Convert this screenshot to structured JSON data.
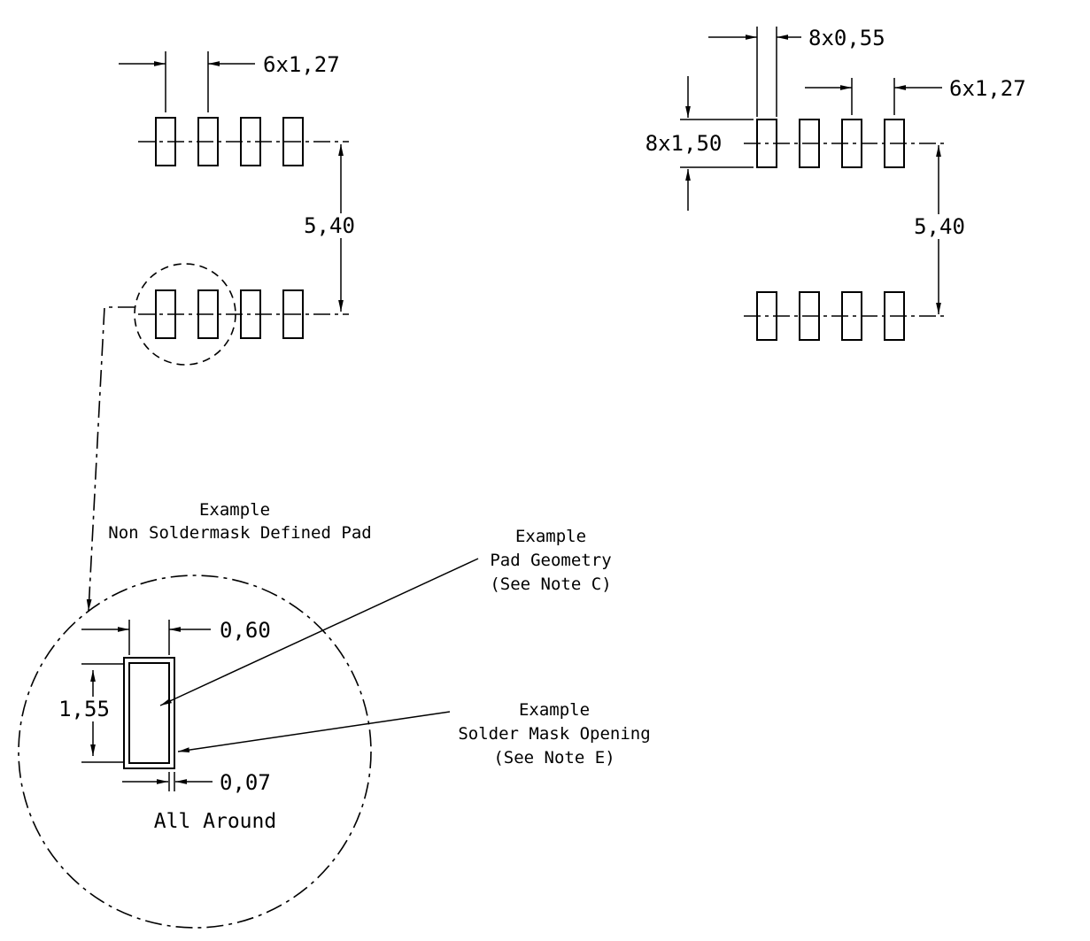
{
  "colors": {
    "background": "#ffffff",
    "line": "#000000"
  },
  "views": {
    "top_left": {
      "pitch": "6x1,27",
      "row_spacing": "5,40"
    },
    "top_right": {
      "pad_width": "8x0,55",
      "pitch": "6x1,27",
      "pad_height": "8x1,50",
      "row_spacing": "5,40"
    },
    "detail": {
      "title": [
        "Example",
        "Non Soldermask Defined Pad"
      ],
      "pad_width": "0,60",
      "pad_height": "1,55",
      "mask_gap": "0,07",
      "all_around": "All Around",
      "pad_geometry_note": [
        "Example",
        "Pad Geometry",
        "(See Note C)"
      ],
      "solder_mask_note": [
        "Example",
        "Solder Mask Opening",
        "(See Note E)"
      ]
    }
  }
}
